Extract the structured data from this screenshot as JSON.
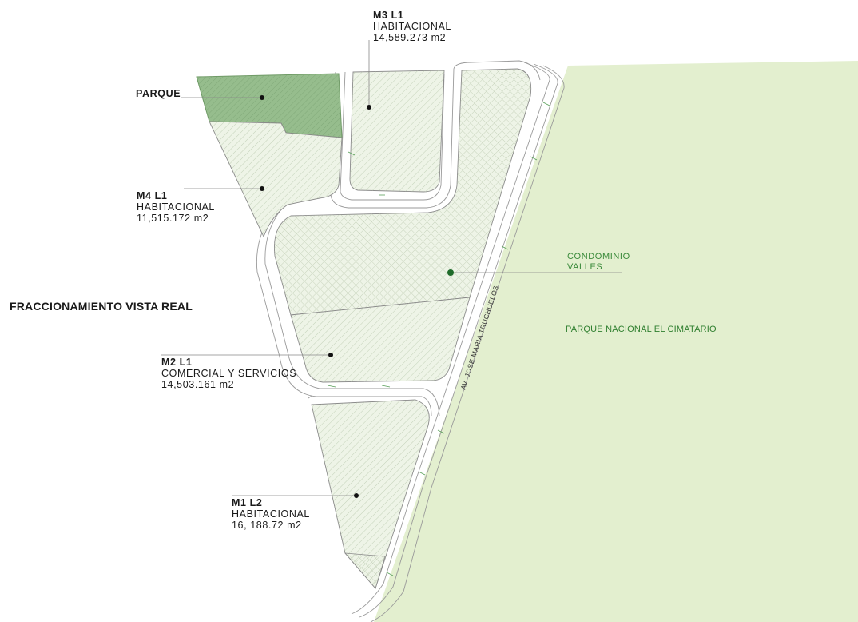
{
  "title": "FRACCIONAMIENTO VISTA REAL",
  "lots": {
    "parque": {
      "code": "PARQUE"
    },
    "m3l1": {
      "code": "M3 L1",
      "use": "HABITACIONAL",
      "area": "14,589.273 m2"
    },
    "m4l1": {
      "code": "M4 L1",
      "use": "HABITACIONAL",
      "area": "11,515.172 m2"
    },
    "m2l1": {
      "code": "M2 L1",
      "use": "COMERCIAL Y SERVICIOS",
      "area": "14,503.161 m2"
    },
    "m1l2": {
      "code": "M1 L2",
      "use": "HABITACIONAL",
      "area": "16, 188.72 m2"
    }
  },
  "condominio": {
    "line1": "CONDOMINIO",
    "line2": "VALLES"
  },
  "park_name": "PARQUE NACIONAL EL CIMATARIO",
  "avenue": "AV. JOSE MARIA TRUCHUELOS",
  "colors": {
    "national_park": "#e3efcf",
    "parque_fill": "#96bd8d",
    "lot_fill": "#eef4e7",
    "outline": "#8a8a8a",
    "marker_condominio": "#1f6b2a",
    "green_text": "#3a8a3a"
  }
}
